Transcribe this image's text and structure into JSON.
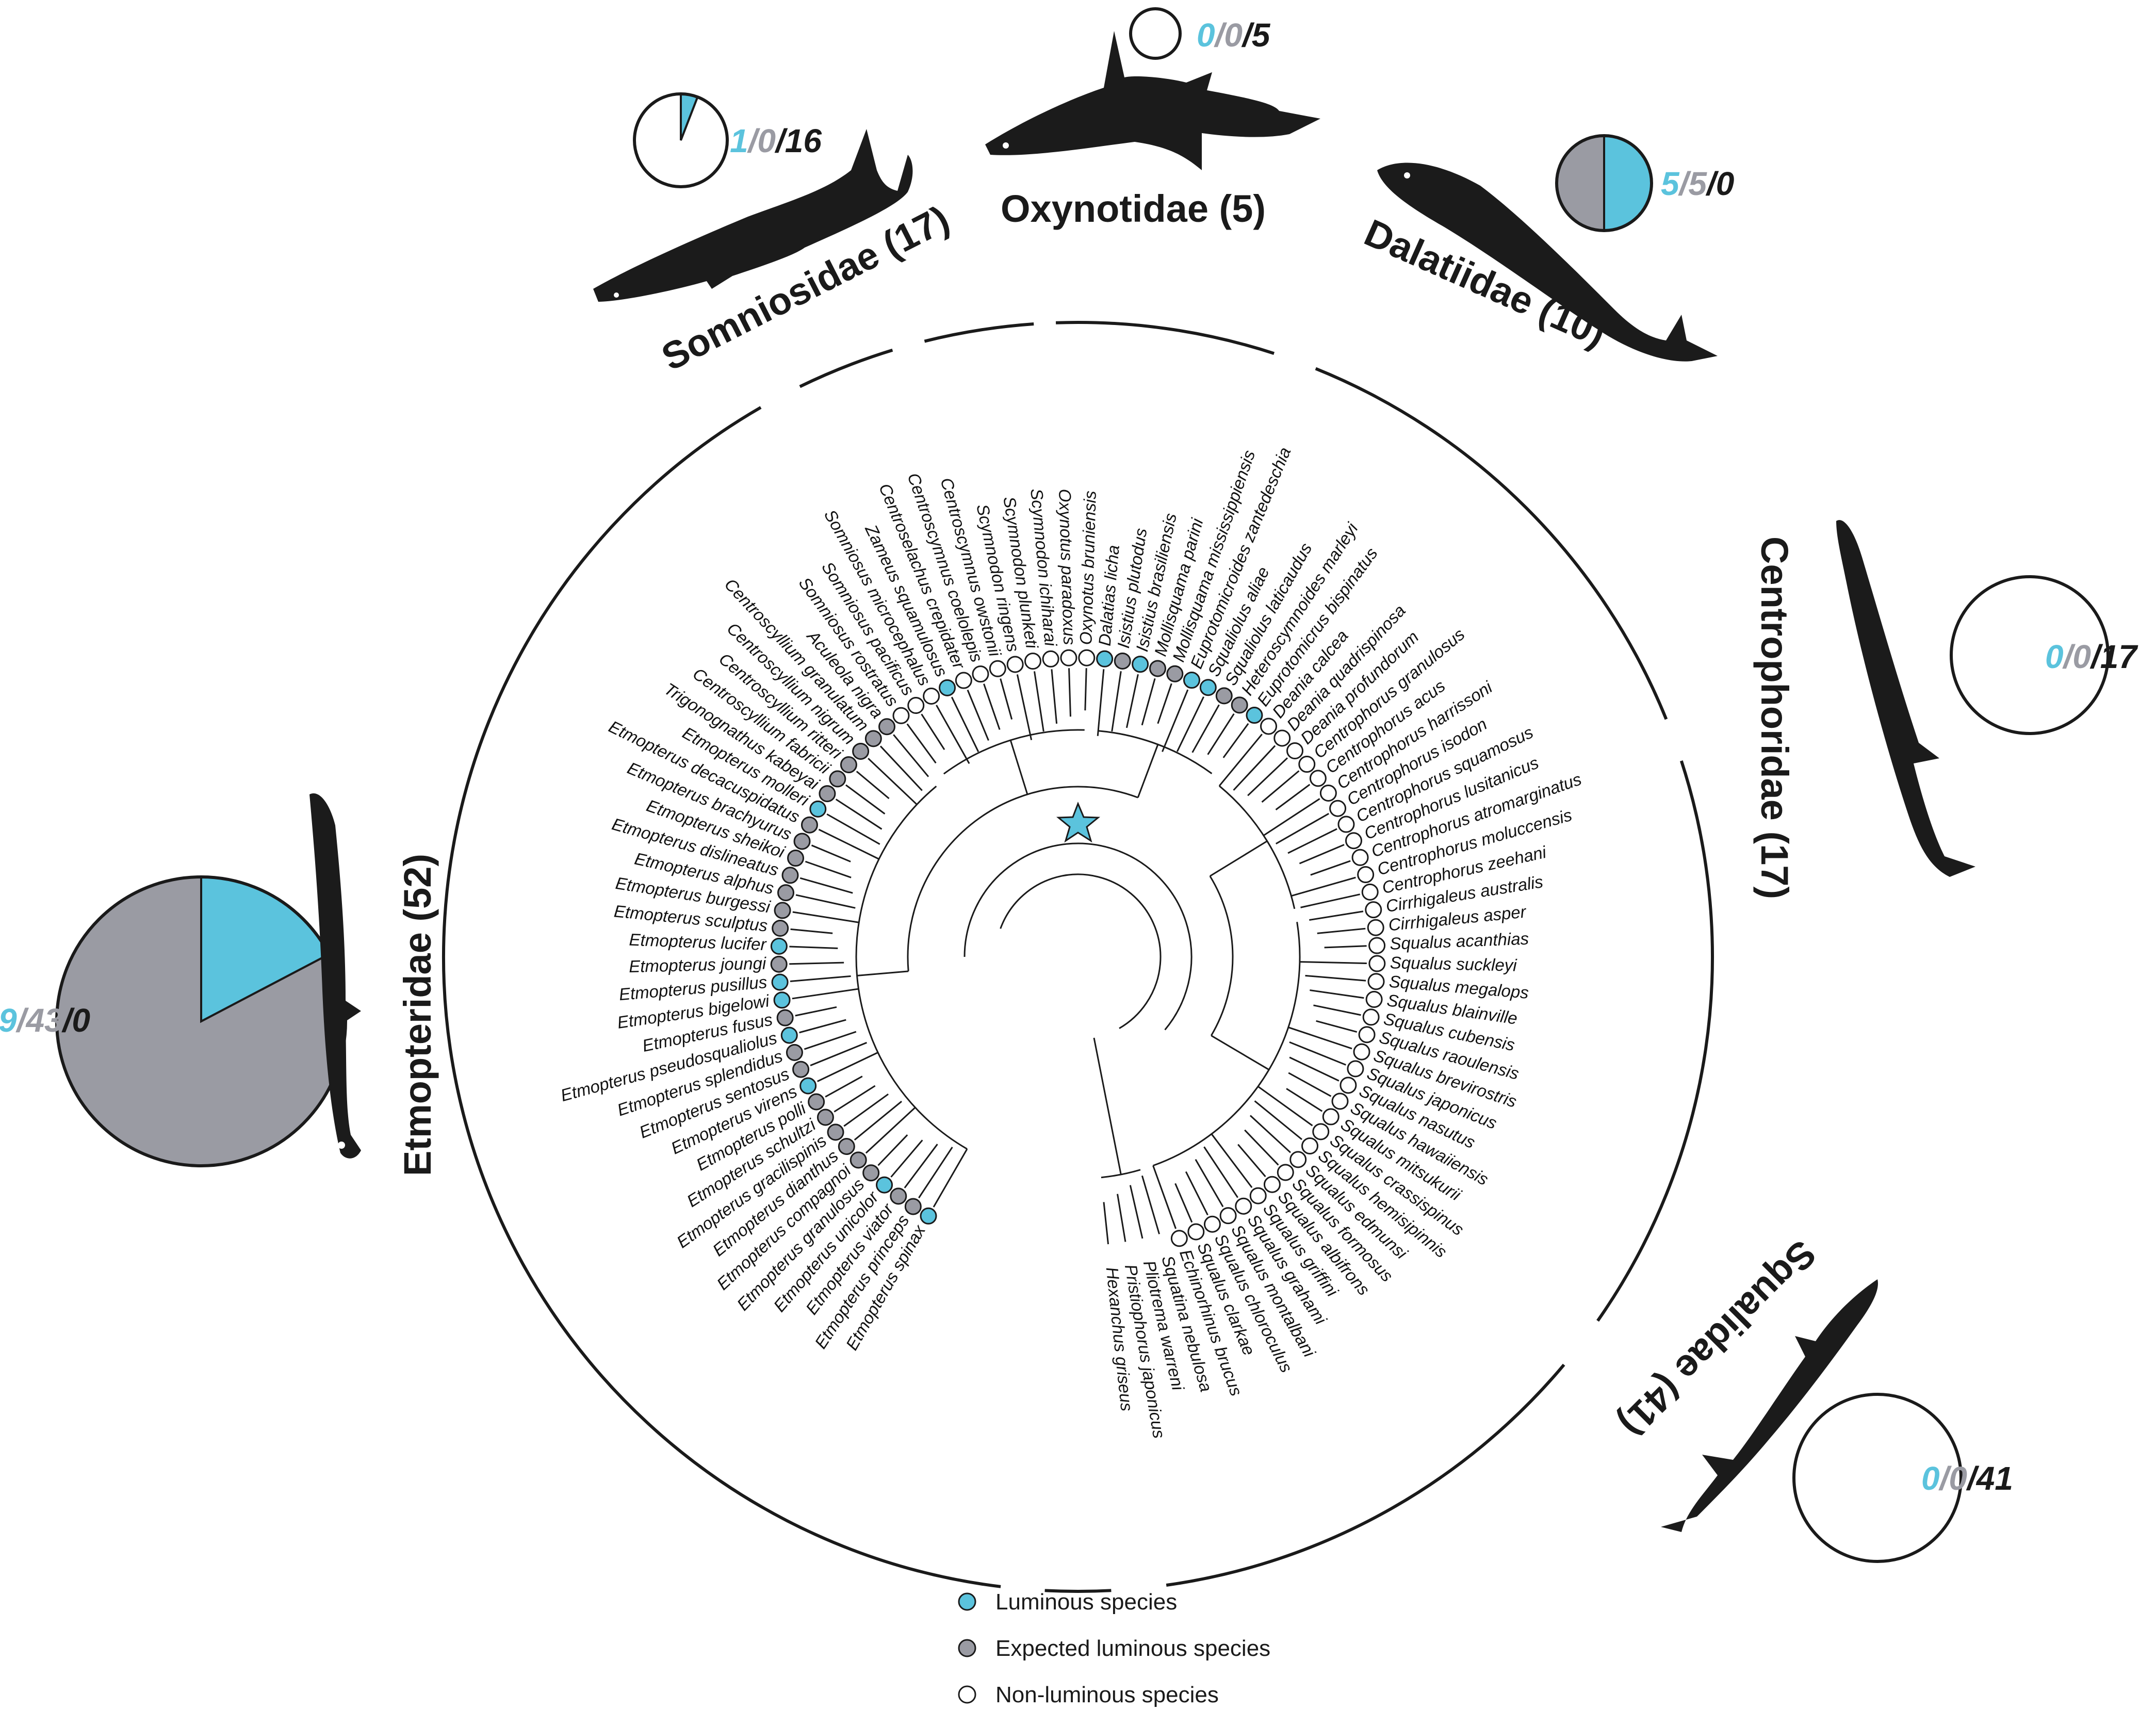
{
  "colors": {
    "luminous": "#5bc3dd",
    "expected": "#9a9ba3",
    "non_luminous": "#ffffff",
    "ink": "#1a1a1a"
  },
  "legend": {
    "luminous": "Luminous species",
    "expected": "Expected luminous species",
    "non_luminous": "Non-luminous species"
  },
  "families": [
    {
      "key": "somniosidae",
      "name": "Somniosidae (17)",
      "luminous": "1",
      "expected": "0",
      "non_luminous": "16",
      "sep1": "/",
      "sep2": "/"
    },
    {
      "key": "oxynotidae",
      "name": "Oxynotidae (5)",
      "luminous": "0",
      "expected": "0",
      "non_luminous": "5",
      "sep1": "/",
      "sep2": "/"
    },
    {
      "key": "dalatiidae",
      "name": "Dalatiidae (10)",
      "luminous": "5",
      "expected": "5",
      "non_luminous": "0",
      "sep1": "/",
      "sep2": "/"
    },
    {
      "key": "centrophoridae",
      "name": "Centrophoridae (17)",
      "luminous": "0",
      "expected": "0",
      "non_luminous": "17",
      "sep1": "/",
      "sep2": "/"
    },
    {
      "key": "squalidae",
      "name": "Squalidae (41)",
      "luminous": "0",
      "expected": "0",
      "non_luminous": "41",
      "sep1": "/",
      "sep2": "/"
    },
    {
      "key": "etmopteridae",
      "name": "Etmopteridae (52)",
      "luminous": "9",
      "expected": "43",
      "non_luminous": "0",
      "sep1": "/",
      "sep2": "/"
    }
  ],
  "species": [
    {
      "name": "Etmopterus spinax",
      "status": "luminous"
    },
    {
      "name": "Etmopterus princeps",
      "status": "expected"
    },
    {
      "name": "Etmopterus viator",
      "status": "expected"
    },
    {
      "name": "Etmopterus unicolor",
      "status": "luminous"
    },
    {
      "name": "Etmopterus granulosus",
      "status": "expected"
    },
    {
      "name": "Etmopterus compagnoi",
      "status": "expected"
    },
    {
      "name": "Etmopterus dianthus",
      "status": "expected"
    },
    {
      "name": "Etmopterus gracilispinis",
      "status": "expected"
    },
    {
      "name": "Etmopterus schultzi",
      "status": "expected"
    },
    {
      "name": "Etmopterus polli",
      "status": "expected"
    },
    {
      "name": "Etmopterus virens",
      "status": "luminous"
    },
    {
      "name": "Etmopterus sentosus",
      "status": "expected"
    },
    {
      "name": "Etmopterus splendidus",
      "status": "expected"
    },
    {
      "name": "Etmopterus pseudosqualiolus",
      "status": "luminous"
    },
    {
      "name": "Etmopterus fusus",
      "status": "expected"
    },
    {
      "name": "Etmopterus bigelowi",
      "status": "luminous"
    },
    {
      "name": "Etmopterus pusillus",
      "status": "luminous"
    },
    {
      "name": "Etmopterus joungi",
      "status": "expected"
    },
    {
      "name": "Etmopterus lucifer",
      "status": "luminous"
    },
    {
      "name": "Etmopterus sculptus",
      "status": "expected"
    },
    {
      "name": "Etmopterus burgessi",
      "status": "expected"
    },
    {
      "name": "Etmopterus alphus",
      "status": "expected"
    },
    {
      "name": "Etmopterus dislineatus",
      "status": "expected"
    },
    {
      "name": "Etmopterus sheikoi",
      "status": "expected"
    },
    {
      "name": "Etmopterus brachyurus",
      "status": "expected"
    },
    {
      "name": "Etmopterus decacuspidatus",
      "status": "expected"
    },
    {
      "name": "Etmopterus molleri",
      "status": "luminous"
    },
    {
      "name": "Trigonognathus kabeyai",
      "status": "expected"
    },
    {
      "name": "Centroscyllium fabricii",
      "status": "expected"
    },
    {
      "name": "Centroscyllium ritteri",
      "status": "expected"
    },
    {
      "name": "Centroscyllium nigrum",
      "status": "expected"
    },
    {
      "name": "Centroscyllium granulatum",
      "status": "expected"
    },
    {
      "name": "Aculeola nigra",
      "status": "expected"
    },
    {
      "name": "Somniosus rostratus",
      "status": "non"
    },
    {
      "name": "Somniosus pacificus",
      "status": "non"
    },
    {
      "name": "Somniosus microcephalus",
      "status": "non"
    },
    {
      "name": "Zameus squamulosus",
      "status": "luminous"
    },
    {
      "name": "Centroselachus crepidater",
      "status": "non"
    },
    {
      "name": "Centroscymnus coelolepis",
      "status": "non"
    },
    {
      "name": "Centroscymnus owstonii",
      "status": "non"
    },
    {
      "name": "Scymnodon ringens",
      "status": "non"
    },
    {
      "name": "Scymnodon plunketi",
      "status": "non"
    },
    {
      "name": "Scymnodon ichiharai",
      "status": "non"
    },
    {
      "name": "Oxynotus paradoxus",
      "status": "non"
    },
    {
      "name": "Oxynotus bruniensis",
      "status": "non"
    },
    {
      "name": "Dalatias licha",
      "status": "luminous"
    },
    {
      "name": "Isistius plutodus",
      "status": "expected"
    },
    {
      "name": "Isistius brasiliensis",
      "status": "luminous"
    },
    {
      "name": "Mollisquama parini",
      "status": "expected"
    },
    {
      "name": "Mollisquama mississippiensis",
      "status": "expected"
    },
    {
      "name": "Euprotomicroides zantedeschia",
      "status": "luminous"
    },
    {
      "name": "Squaliolus aliae",
      "status": "luminous"
    },
    {
      "name": "Squaliolus laticaudus",
      "status": "expected"
    },
    {
      "name": "Heteroscymnoides marleyi",
      "status": "expected"
    },
    {
      "name": "Euprotomicrus bispinatus",
      "status": "luminous"
    },
    {
      "name": "Deania calcea",
      "status": "non"
    },
    {
      "name": "Deania quadrispinosa",
      "status": "non"
    },
    {
      "name": "Deania profundorum",
      "status": "non"
    },
    {
      "name": "Centrophorus granulosus",
      "status": "non"
    },
    {
      "name": "Centrophorus acus",
      "status": "non"
    },
    {
      "name": "Centrophorus harrissoni",
      "status": "non"
    },
    {
      "name": "Centrophorus isodon",
      "status": "non"
    },
    {
      "name": "Centrophorus squamosus",
      "status": "non"
    },
    {
      "name": "Centrophorus lusitanicus",
      "status": "non"
    },
    {
      "name": "Centrophorus atromarginatus",
      "status": "non"
    },
    {
      "name": "Centrophorus moluccensis",
      "status": "non"
    },
    {
      "name": "Centrophorus zeehani",
      "status": "non"
    },
    {
      "name": "Cirrhigaleus australis",
      "status": "non"
    },
    {
      "name": "Cirrhigaleus asper",
      "status": "non"
    },
    {
      "name": "Squalus acanthias",
      "status": "non"
    },
    {
      "name": "Squalus suckleyi",
      "status": "non"
    },
    {
      "name": "Squalus megalops",
      "status": "non"
    },
    {
      "name": "Squalus blainville",
      "status": "non"
    },
    {
      "name": "Squalus cubensis",
      "status": "non"
    },
    {
      "name": "Squalus raoulensis",
      "status": "non"
    },
    {
      "name": "Squalus brevirostris",
      "status": "non"
    },
    {
      "name": "Squalus japonicus",
      "status": "non"
    },
    {
      "name": "Squalus nasutus",
      "status": "non"
    },
    {
      "name": "Squalus hawaiiensis",
      "status": "non"
    },
    {
      "name": "Squalus mitsukurii",
      "status": "non"
    },
    {
      "name": "Squalus crassispinus",
      "status": "non"
    },
    {
      "name": "Squalus hemisipinnis",
      "status": "non"
    },
    {
      "name": "Squalus edmunsi",
      "status": "non"
    },
    {
      "name": "Squalus formosus",
      "status": "non"
    },
    {
      "name": "Squalus albifrons",
      "status": "non"
    },
    {
      "name": "Squalus griffini",
      "status": "non"
    },
    {
      "name": "Squalus grahami",
      "status": "non"
    },
    {
      "name": "Squalus montalbani",
      "status": "non"
    },
    {
      "name": "Squalus chloroculus",
      "status": "non"
    },
    {
      "name": "Squalus clarkae",
      "status": "non"
    },
    {
      "name": "Echinorhinus brucus",
      "status": "non"
    },
    {
      "name": "Squatina nebulosa",
      "status": "none"
    },
    {
      "name": "Pliotrema warreni",
      "status": "none"
    },
    {
      "name": "Pristiophorus japonicus",
      "status": "none"
    },
    {
      "name": "Hexanchus griseus",
      "status": "none"
    }
  ]
}
